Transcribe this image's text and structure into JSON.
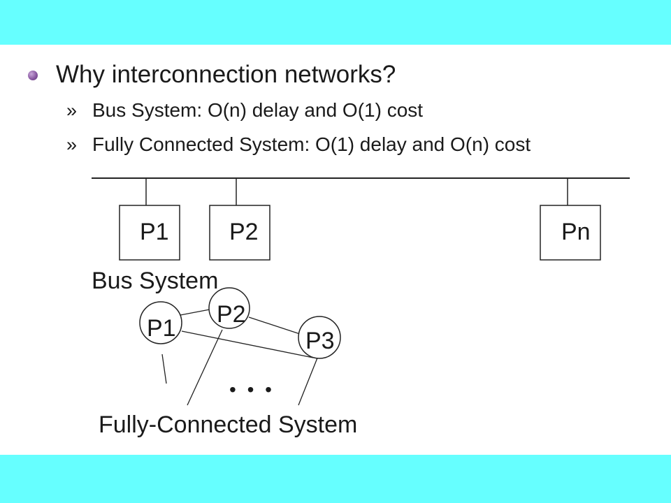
{
  "colors": {
    "band": "#66ffff",
    "text": "#1a1a1a",
    "bullet": "#8a5aa3"
  },
  "slide": {
    "bullet": "Why interconnection networks?",
    "sub_marker": "»",
    "subpoints": [
      "Bus System: O(n) delay and O(1) cost",
      "Fully Connected System: O(1) delay and O(n) cost"
    ]
  },
  "bus_diagram": {
    "processors": [
      "P1",
      "P2",
      "Pn"
    ],
    "caption": "Bus System"
  },
  "fully_connected_diagram": {
    "nodes": [
      "P1",
      "P2",
      "P3"
    ],
    "ellipsis": "• • •",
    "caption": "Fully-Connected System"
  }
}
